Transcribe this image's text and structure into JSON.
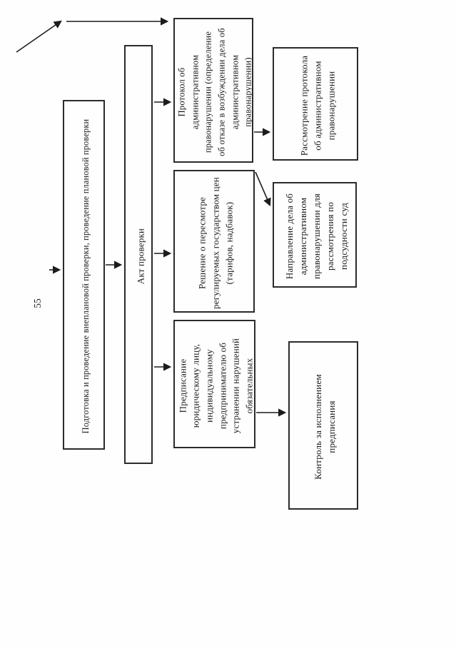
{
  "page": {
    "number": "55",
    "ink_color": "#1c1c1c",
    "paper_color": "#fefefe"
  },
  "flowchart": {
    "orientation": "rotated-90-ccw",
    "nodes": {
      "podgotovka": {
        "label": "Подготовка и проведение внеплановой проверки, проведение плановой проверки"
      },
      "akt": {
        "label": "Акт проверки"
      },
      "protokol": {
        "label": "Протокол об\nадминистративном\nправонарушении (определение\nоб отказе в возбуждении дела об\nадминистративном\nправонарушении)"
      },
      "reshenie": {
        "label": "Решение о пересмотре\nрегулируемых государством цен\n(тарифов, надбавок)"
      },
      "predpisanie": {
        "label": "Предписание\nюридическому лицу,\nиндивидуальному\nпредпринимателю об\nустранении нарушений\nобязательных"
      },
      "rassmotrenie": {
        "label": "Рассмотрение протокола\nоб административном\nправонарушении"
      },
      "napravlenie": {
        "label": "Направление дела об\nадминистративном\nправонарушении для\nрассмотрения по\nподсудности суд"
      },
      "kontrol": {
        "label": "Контроль за исполнением\nпредписания"
      }
    },
    "connections": [
      {
        "from": "off-page",
        "to": "protokol"
      },
      {
        "from": "off-page",
        "to": "podgotovka"
      },
      {
        "from": "podgotovka",
        "to": "akt"
      },
      {
        "from": "akt",
        "to": "protokol"
      },
      {
        "from": "akt",
        "to": "reshenie"
      },
      {
        "from": "akt",
        "to": "predpisanie"
      },
      {
        "from": "protokol",
        "to": "rassmotrenie"
      },
      {
        "from": "protokol",
        "to": "napravlenie"
      },
      {
        "from": "predpisanie",
        "to": "kontrol"
      }
    ]
  }
}
